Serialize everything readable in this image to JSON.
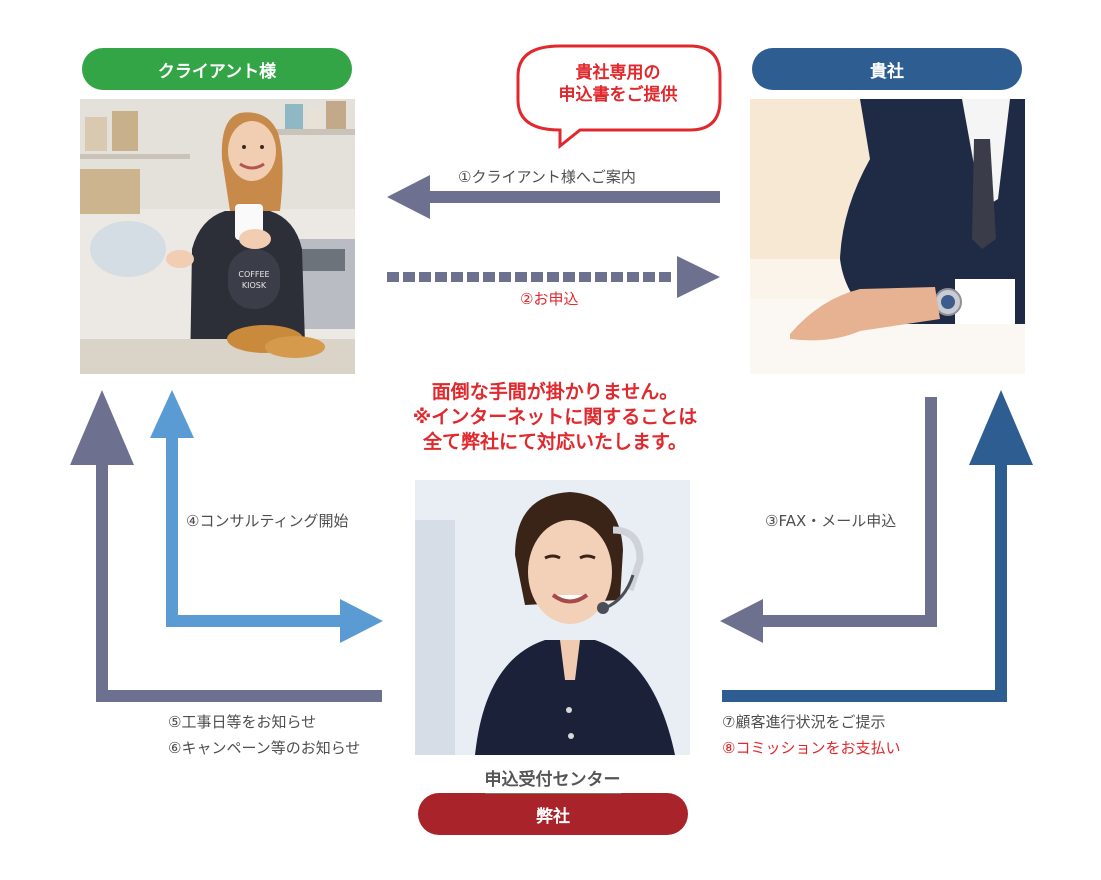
{
  "parties": {
    "client": {
      "label": "クライアント様",
      "color": "#33a546"
    },
    "you": {
      "label": "貴社",
      "color": "#2e5d92"
    },
    "us": {
      "label": "弊社",
      "color": "#a8232a"
    }
  },
  "bubble": {
    "line1": "貴社専用の",
    "line2": "申込書をご提供"
  },
  "steps": {
    "s1": "①クライアント様へご案内",
    "s2": "②お申込",
    "s3": "③FAX・メール申込",
    "s4": "④コンサルティング開始",
    "s5": "⑤工事日等をお知らせ",
    "s6": "⑥キャンペーン等のお知らせ",
    "s7": "⑦顧客進行状況をご提示",
    "s8": "⑧コミッションをお支払い"
  },
  "notice": {
    "line1": "面倒な手間が掛かりません。",
    "line2": "※インターネットに関することは",
    "line3": "全て弊社にて対応いたします。"
  },
  "center_caption": "申込受付センター",
  "colors": {
    "arrow_gray": "#6e7090",
    "arrow_light_blue": "#5b9bd3",
    "arrow_dark_blue": "#2e5d92",
    "accent_red": "#e0282d"
  }
}
